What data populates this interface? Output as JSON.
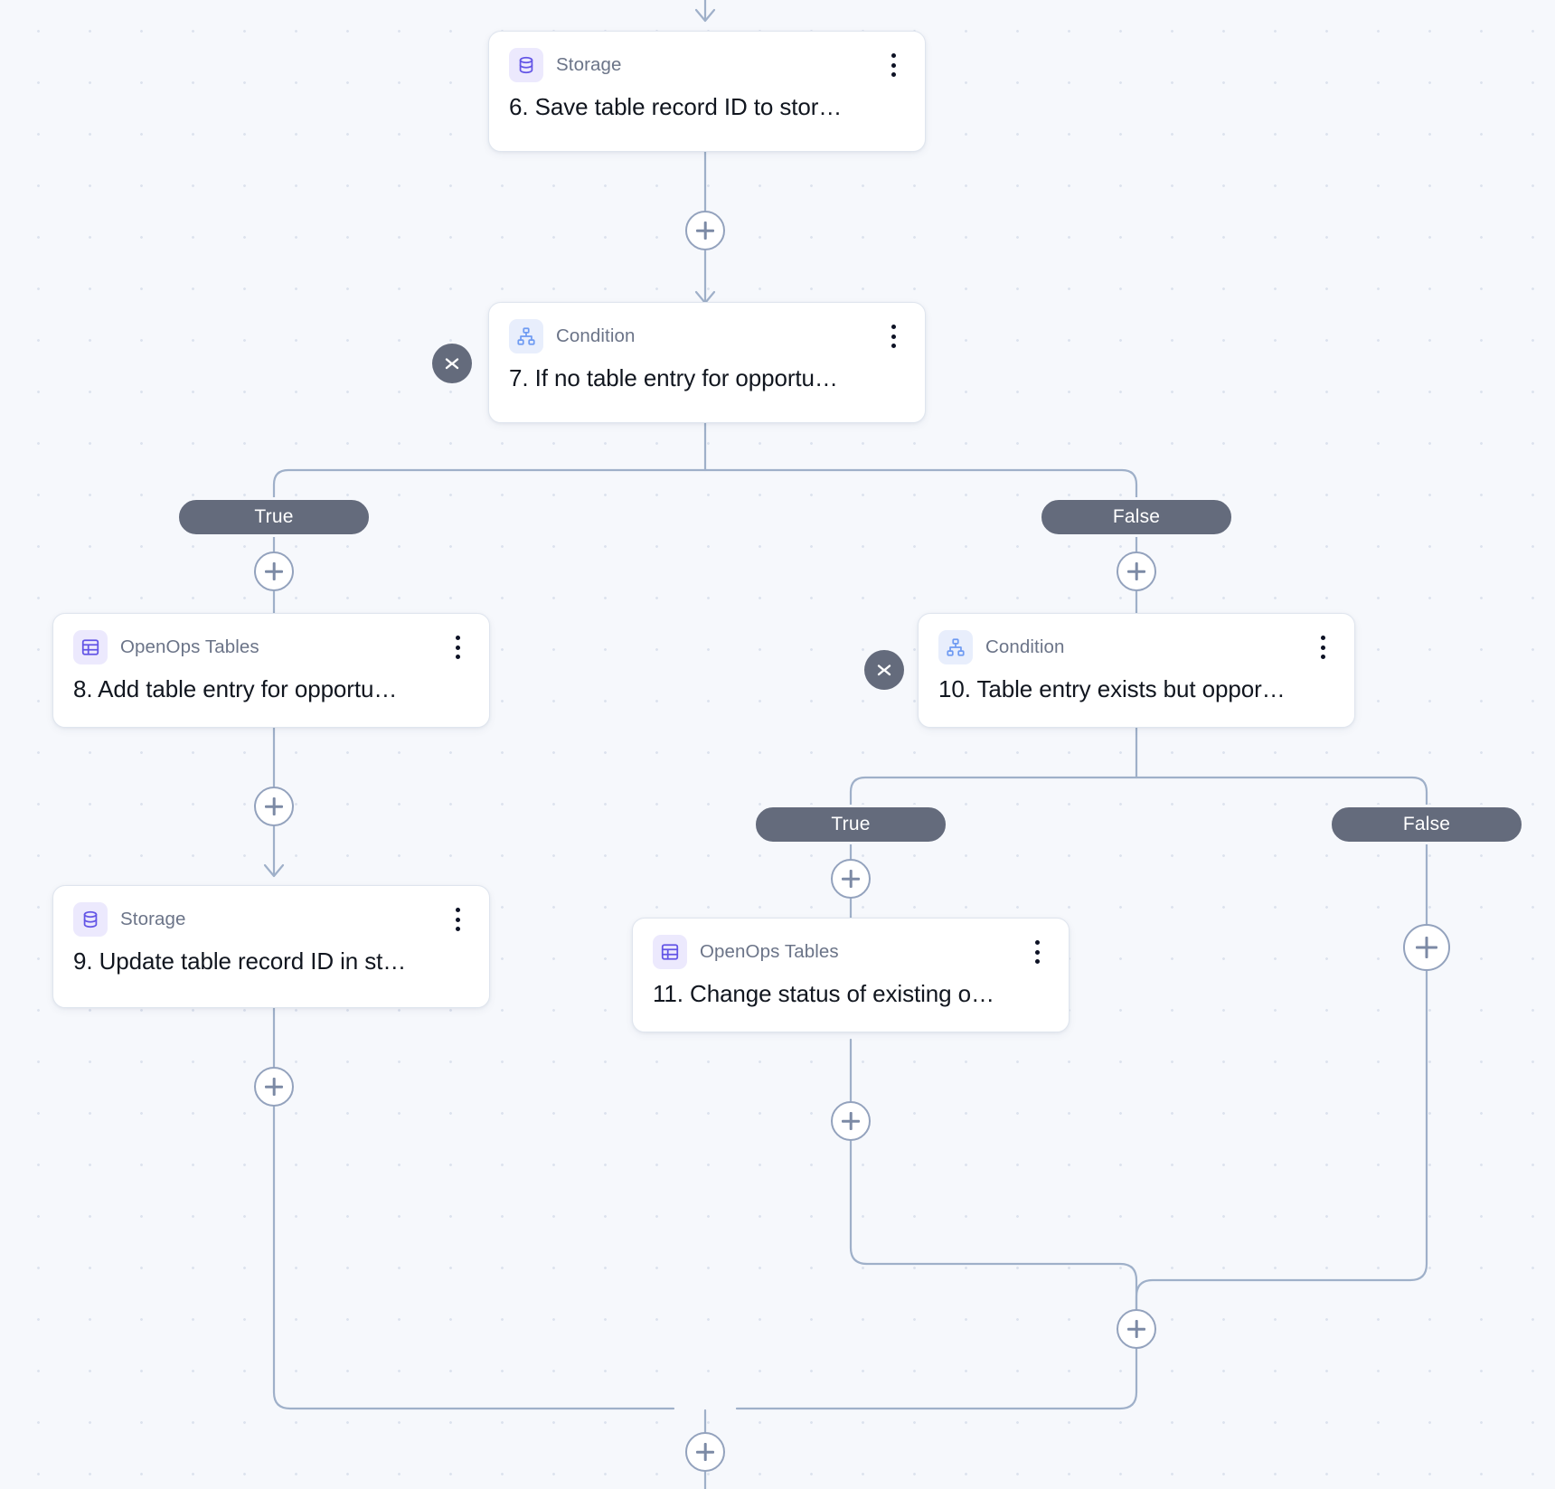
{
  "canvas": {
    "background_color": "#f6f8fc",
    "dot_color": "#dde3ee"
  },
  "theme": {
    "node_bg": "#ffffff",
    "node_border": "#dfe5ee",
    "edge_color": "#9fb0c9",
    "pill_bg": "#646b7c",
    "pill_text": "#ffffff",
    "storage_icon_color": "#6355e6",
    "tables_icon_color": "#6355e6",
    "condition_icon_color": "#6f9bf2",
    "title_color": "#11161f",
    "type_color": "#6b7488"
  },
  "nodes": [
    {
      "id": "step-6",
      "type_label": "Storage",
      "title": "6. Save table record ID to stor…",
      "icon": "database-icon"
    },
    {
      "id": "step-7",
      "type_label": "Condition",
      "title": "7. If no table entry for opportu…",
      "icon": "sitemap-icon"
    },
    {
      "id": "step-8",
      "type_label": "OpenOps Tables",
      "title": "8. Add table entry for opportu…",
      "icon": "table-grid-icon"
    },
    {
      "id": "step-9",
      "type_label": "Storage",
      "title": "9. Update table record ID in st…",
      "icon": "database-icon"
    },
    {
      "id": "step-10",
      "type_label": "Condition",
      "title": "10. Table entry exists but oppor…",
      "icon": "sitemap-icon"
    },
    {
      "id": "step-11",
      "type_label": "OpenOps Tables",
      "title": "11. Change status of existing o…",
      "icon": "table-grid-icon"
    }
  ],
  "branches": [
    {
      "id": "branch-7-true",
      "label": "True"
    },
    {
      "id": "branch-7-false",
      "label": "False"
    },
    {
      "id": "branch-10-true",
      "label": "True"
    },
    {
      "id": "branch-10-false",
      "label": "False"
    }
  ],
  "add_buttons": [
    {
      "id": "add-after-6"
    },
    {
      "id": "add-branch-7-true"
    },
    {
      "id": "add-branch-7-false"
    },
    {
      "id": "add-after-8"
    },
    {
      "id": "add-after-9"
    },
    {
      "id": "add-branch-10-true"
    },
    {
      "id": "add-branch-10-false"
    },
    {
      "id": "add-after-11"
    },
    {
      "id": "add-merge-10"
    },
    {
      "id": "add-merge-7"
    }
  ],
  "collapse_toggles": [
    {
      "id": "collapse-step-7",
      "icon": "collapse-chevrons-icon"
    },
    {
      "id": "collapse-step-10",
      "icon": "collapse-chevrons-icon"
    }
  ]
}
